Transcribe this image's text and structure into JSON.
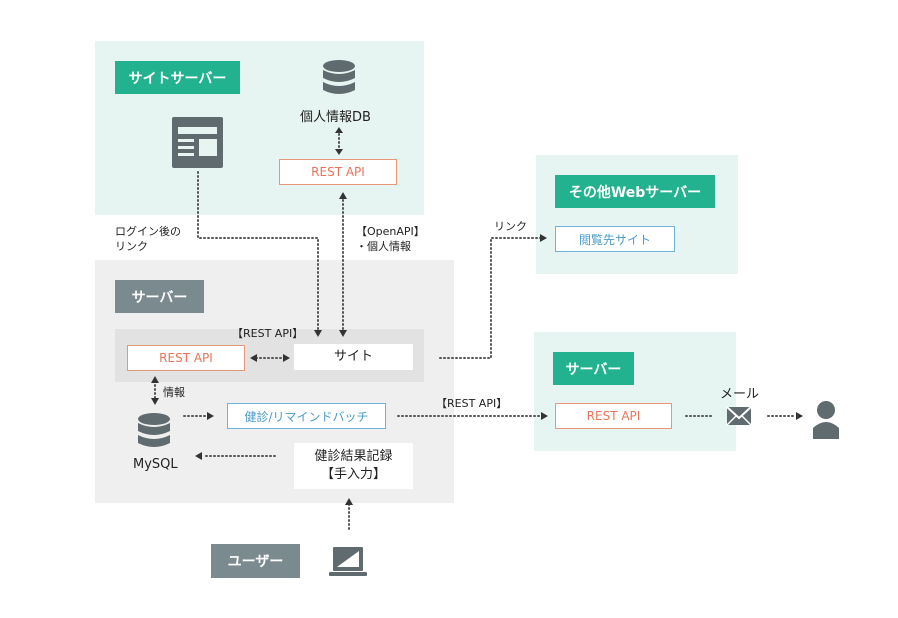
{
  "site_server": {
    "title": "サイトサーバー",
    "db_label": "個人情報DB",
    "rest_api": "REST API"
  },
  "other_web_server": {
    "title": "その他Webサーバー",
    "target_site": "閲覧先サイト"
  },
  "server": {
    "title": "サーバー",
    "rest_api": "REST API",
    "site": "サイト",
    "batch": "健診/リマインドバッチ",
    "record_line1": "健診結果記録",
    "record_line2": "【手入力】",
    "mysql": "MySQL"
  },
  "right_server": {
    "title": "サーバー",
    "rest_api": "REST API"
  },
  "user": {
    "title": "ユーザー"
  },
  "edge_labels": {
    "login_link_line1": "ログイン後の",
    "login_link_line2": "リンク",
    "openapi_line1": "【OpenAPI】",
    "openapi_line2": "・個人情報",
    "link": "リンク",
    "rest_api_site": "【REST API】",
    "info": "情報",
    "rest_api_batch": "【REST API】",
    "mail": "メール"
  },
  "colors": {
    "mint_region": "#e6f5f1",
    "gray_region": "#efefef",
    "green_title": "#23b28f",
    "gray_title": "#7a8a8e",
    "orange_border": "#e8957a",
    "blue_border": "#6fb3d8",
    "icon_gray": "#5f6b6e"
  },
  "icons": [
    "database-icon",
    "webpage-icon",
    "laptop-icon",
    "mail-icon",
    "person-icon"
  ]
}
